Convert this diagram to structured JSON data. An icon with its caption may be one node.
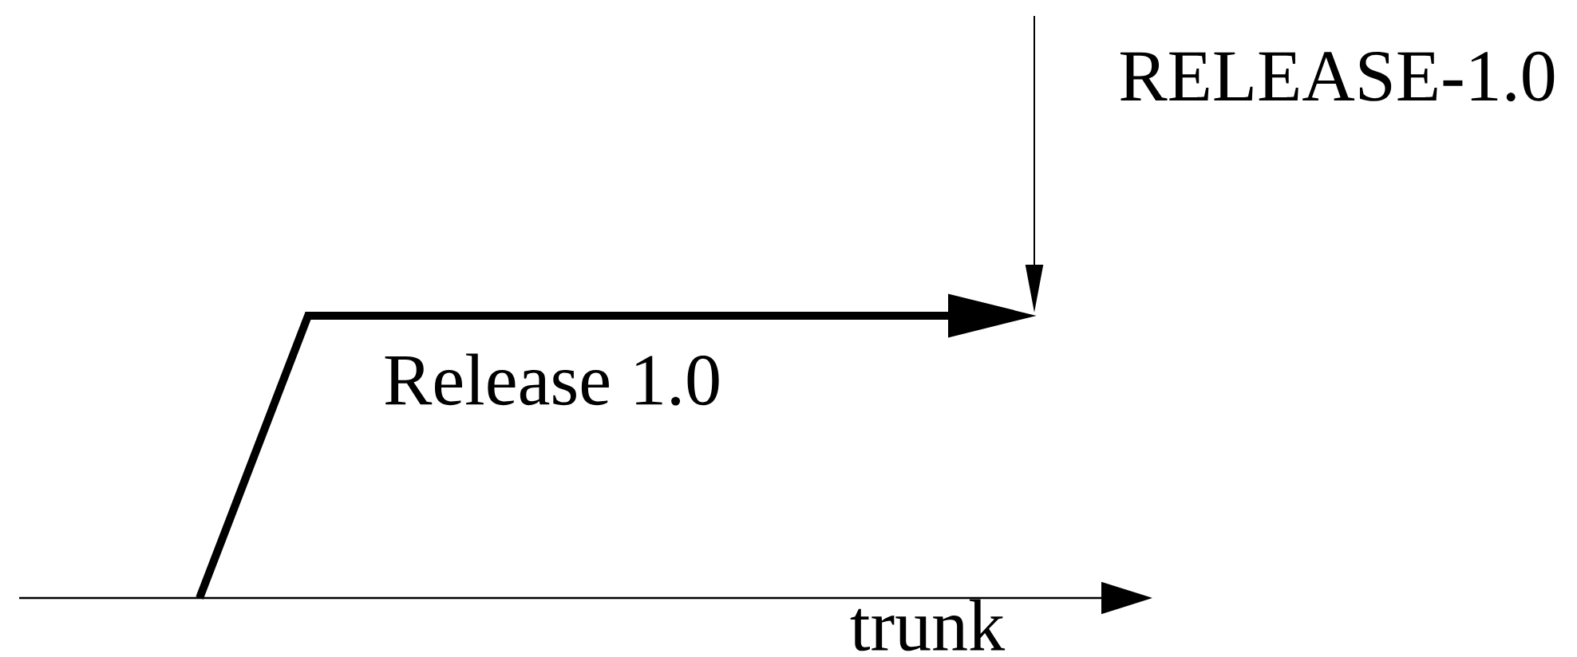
{
  "diagram": {
    "labels": [
      "RELEASE-1.0",
      "Release 1.0",
      "trunk"
    ]
  }
}
